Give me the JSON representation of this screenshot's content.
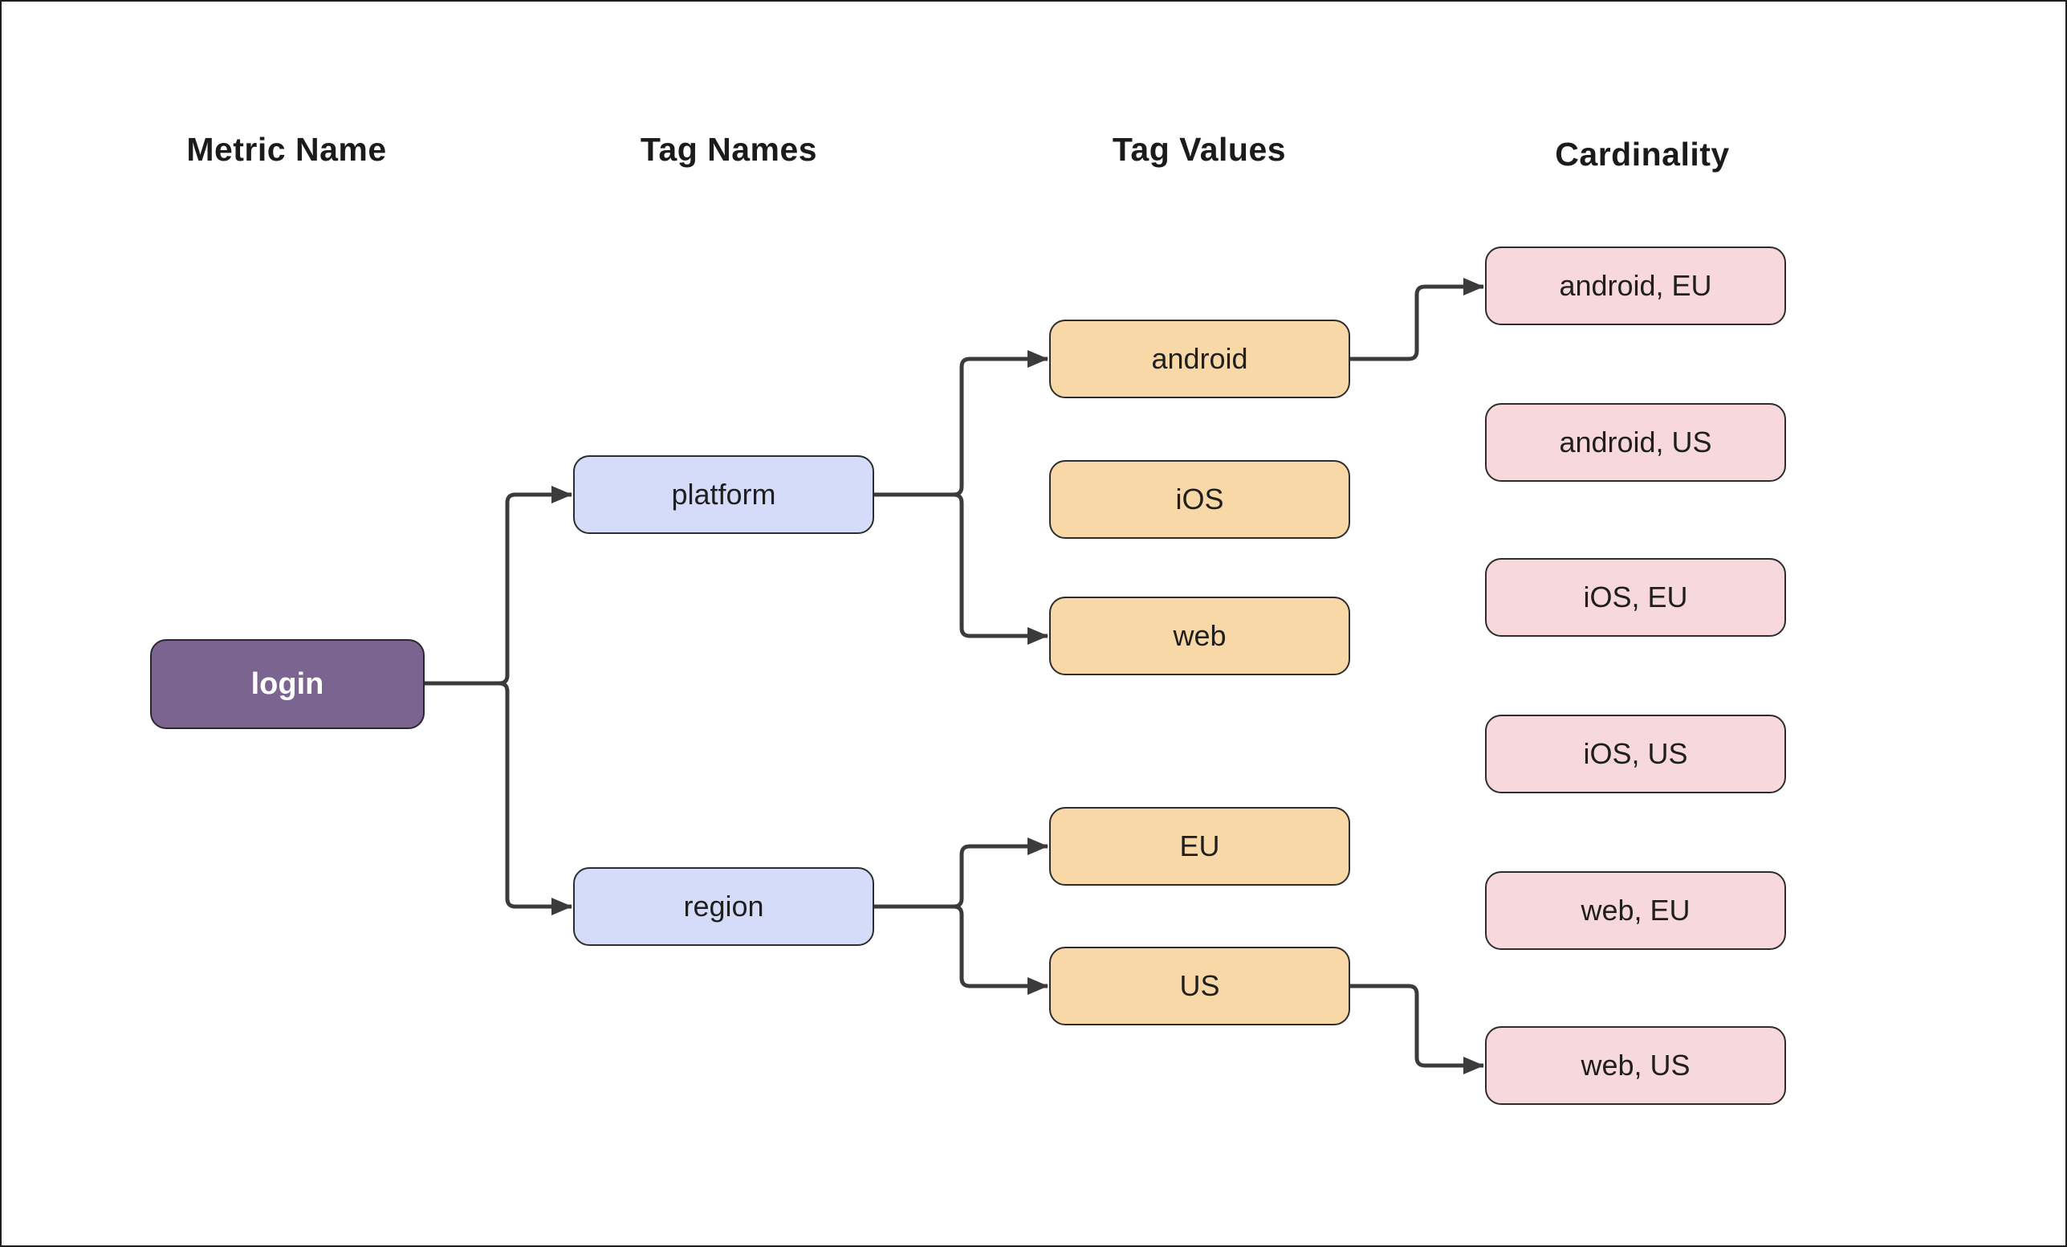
{
  "diagram": {
    "column_headers": [
      "Metric Name",
      "Tag Names",
      "Tag Values",
      "Cardinality"
    ],
    "metric": {
      "label": "login"
    },
    "tag_names": {
      "platform": "platform",
      "region": "region"
    },
    "tag_values": {
      "android": "android",
      "ios": "iOS",
      "web": "web",
      "eu": "EU",
      "us": "US"
    },
    "cardinality": {
      "android_eu": "android, EU",
      "android_us": "android, US",
      "ios_eu": "iOS, EU",
      "ios_us": "iOS, US",
      "web_eu": "web, EU",
      "web_us": "web, US"
    },
    "edges": [
      {
        "from": "login",
        "to": "platform"
      },
      {
        "from": "login",
        "to": "region"
      },
      {
        "from": "platform",
        "to": "android"
      },
      {
        "from": "platform",
        "to": "web"
      },
      {
        "from": "region",
        "to": "EU"
      },
      {
        "from": "region",
        "to": "US"
      },
      {
        "from": "android",
        "to": "android, EU"
      },
      {
        "from": "US",
        "to": "web, US"
      }
    ],
    "colors": {
      "metric_fill": "#7b6490",
      "tag_name_fill": "#d5dcf9",
      "tag_value_fill": "#f9d8a7",
      "cardinality_fill": "#f7d9dd",
      "connector": "#3b3b3b",
      "background": "#ffffff",
      "text_dark": "#1f1f1f",
      "text_light": "#ffffff"
    }
  }
}
